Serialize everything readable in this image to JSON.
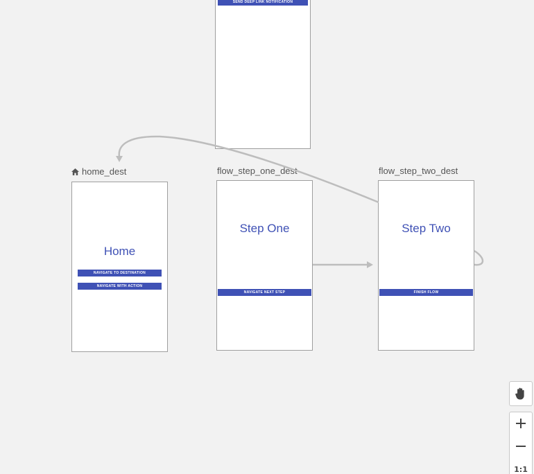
{
  "graph": {
    "top_screen": {
      "button_label": "SEND DEEP LINK NOTIFICATION"
    },
    "home": {
      "label": "home_dest",
      "start_icon": "home-icon",
      "title": "Home",
      "buttons": [
        "NAVIGATE TO DESTINATION",
        "NAVIGATE WITH ACTION"
      ]
    },
    "step_one": {
      "label": "flow_step_one_dest",
      "title": "Step One",
      "button_label": "NAVIGATE NEXT STEP"
    },
    "step_two": {
      "label": "flow_step_two_dest",
      "title": "Step Two",
      "button_label": "FINISH FLOW"
    }
  },
  "toolbar": {
    "pan_icon": "hand-pan-icon",
    "zoom_in_icon": "plus-icon",
    "zoom_out_icon": "minus-icon",
    "zoom_reset_label": "1:1"
  },
  "colors": {
    "canvas_bg": "#f2f2f2",
    "accent": "#3f51b5",
    "arrow": "#bdbdbd",
    "screen_border": "#9e9e9e"
  }
}
